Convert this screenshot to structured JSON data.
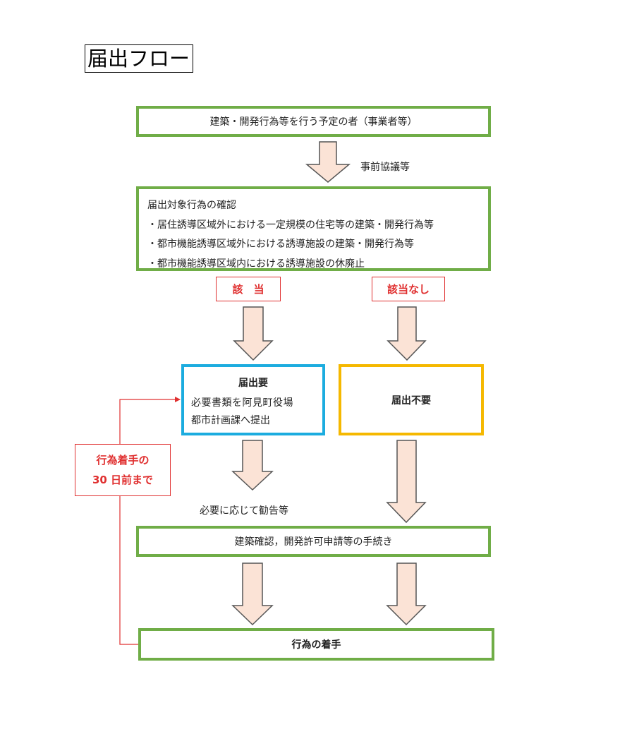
{
  "title": "届出フロー",
  "boxes": {
    "start": "建築・開発行為等を行う予定の者（事業者等）",
    "confirm_title": "届出対象行為の確認",
    "confirm_items": [
      "・居住誘導区域外における一定規模の住宅等の建築・開発行為等",
      "・都市機能誘導区域外における誘導施設の建築・開発行為等",
      "・都市機能誘導区域内における誘導施設の休廃止"
    ],
    "required_title": "届出要",
    "required_lines": [
      "必要書類を阿見町役場",
      "都市計画課へ提出"
    ],
    "not_required": "届出不要",
    "procedures": "建築確認，開発許可申請等の手続き",
    "start_action": "行為の着手"
  },
  "labels": {
    "consult": "事前協議等",
    "applicable": "該　当",
    "not_applicable": "該当なし",
    "deadline_line1": "行為着手の",
    "deadline_line2": "30 日前まで",
    "advice": "必要に応じて勧告等"
  },
  "colors": {
    "green_border": "#70ad47",
    "blue_border": "#1cacdf",
    "yellow_border": "#f5b800",
    "red": "#e03030",
    "arrow_fill": "#fbe3d6",
    "arrow_stroke": "#555555"
  }
}
